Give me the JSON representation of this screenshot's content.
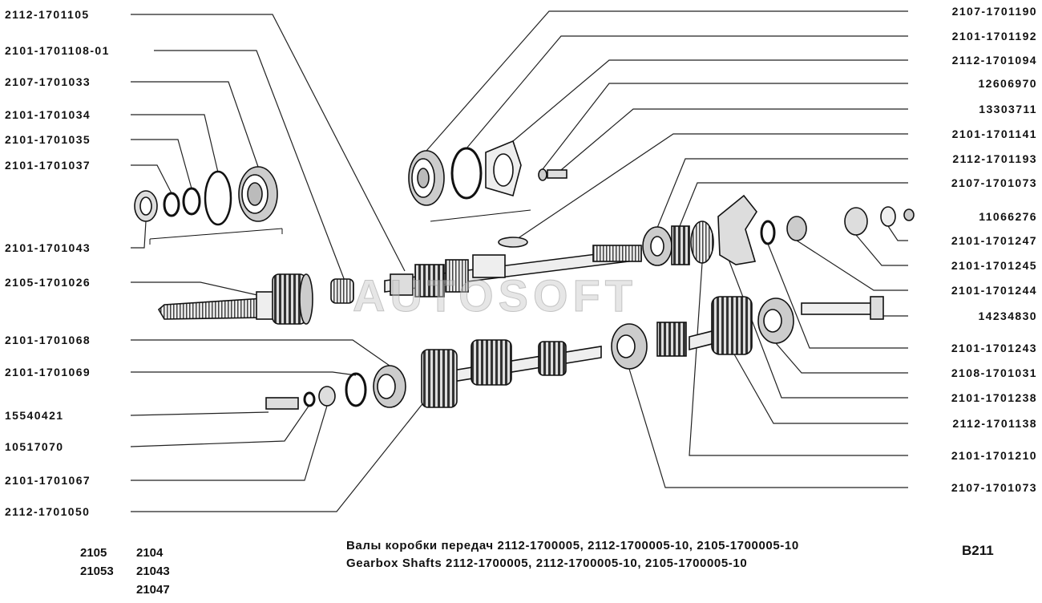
{
  "labels": {
    "left": [
      {
        "id": "2112-1701105"
      },
      {
        "id": "2101-1701108-01"
      },
      {
        "id": "2107-1701033"
      },
      {
        "id": "2101-1701034"
      },
      {
        "id": "2101-1701035"
      },
      {
        "id": "2101-1701037"
      },
      {
        "id": "2101-1701043"
      },
      {
        "id": "2105-1701026"
      },
      {
        "id": "2101-1701068"
      },
      {
        "id": "2101-1701069"
      },
      {
        "id": "15540421"
      },
      {
        "id": "10517070"
      },
      {
        "id": "2101-1701067"
      },
      {
        "id": "2112-1701050"
      }
    ],
    "right": [
      {
        "id": "2107-1701190"
      },
      {
        "id": "2101-1701192"
      },
      {
        "id": "2112-1701094"
      },
      {
        "id": "12606970"
      },
      {
        "id": "13303711"
      },
      {
        "id": "2101-1701141"
      },
      {
        "id": "2112-1701193"
      },
      {
        "id": "2107-1701073"
      },
      {
        "id": "11066276"
      },
      {
        "id": "2101-1701247"
      },
      {
        "id": "2101-1701245"
      },
      {
        "id": "2101-1701244"
      },
      {
        "id": "14234830"
      },
      {
        "id": "2101-1701243"
      },
      {
        "id": "2108-1701031"
      },
      {
        "id": "2101-1701238"
      },
      {
        "id": "2112-1701138"
      },
      {
        "id": "2101-1701210"
      },
      {
        "id": "2107-1701073"
      }
    ]
  },
  "footer": {
    "models": [
      [
        "2105",
        "2104"
      ],
      [
        "21053",
        "21043"
      ],
      [
        "",
        "21047"
      ]
    ],
    "caption_ru": "Валы коробки передач 2112-1700005, 2112-1700005-10, 2105-1700005-10",
    "caption_en": "Gearbox Shafts 2112-1700005, 2112-1700005-10, 2105-1700005-10",
    "code": "B211"
  },
  "watermark": "AUTOSOFT"
}
